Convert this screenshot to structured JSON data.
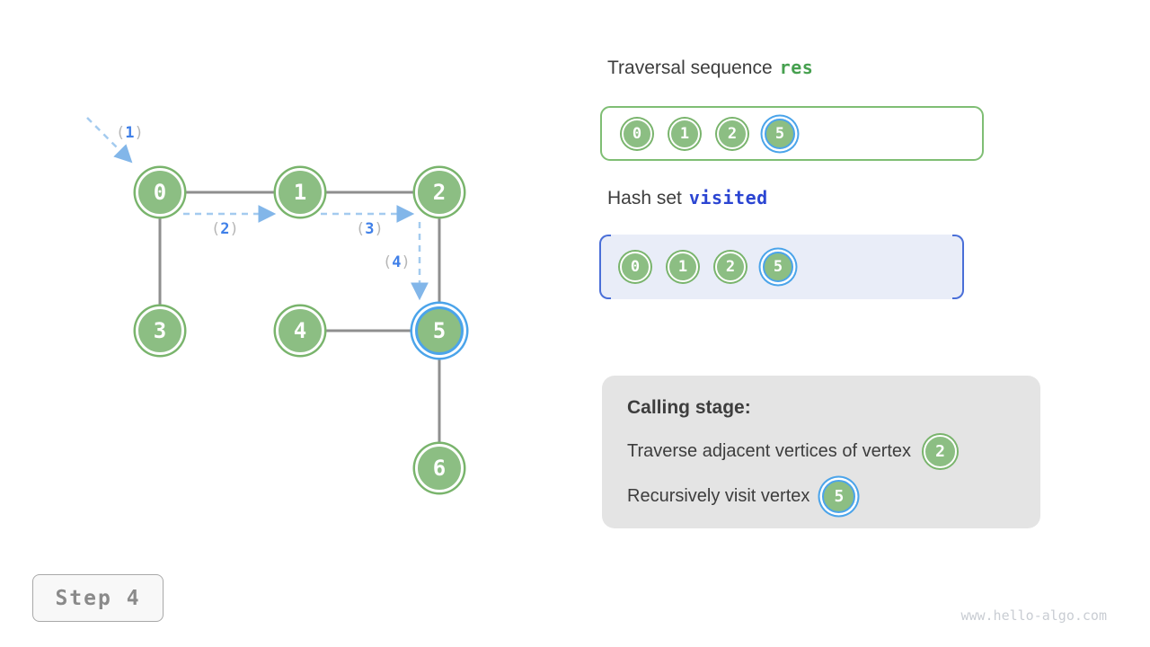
{
  "figure": {
    "description": "Graph depth-first search step illustration",
    "step_label": "Step 4",
    "watermark": "www.hello-algo.com"
  },
  "graph": {
    "paren_open": "(",
    "paren_close": ")",
    "nodes": [
      {
        "label": "0",
        "highlighted": false
      },
      {
        "label": "1",
        "highlighted": false
      },
      {
        "label": "2",
        "highlighted": false
      },
      {
        "label": "3",
        "highlighted": false
      },
      {
        "label": "4",
        "highlighted": false
      },
      {
        "label": "5",
        "highlighted": true
      },
      {
        "label": "6",
        "highlighted": false
      }
    ],
    "edges": [
      [
        "0",
        "1"
      ],
      [
        "1",
        "2"
      ],
      [
        "0",
        "3"
      ],
      [
        "2",
        "5"
      ],
      [
        "4",
        "5"
      ],
      [
        "5",
        "6"
      ]
    ],
    "arrows": [
      {
        "num": "1"
      },
      {
        "num": "2"
      },
      {
        "num": "3"
      },
      {
        "num": "4"
      }
    ]
  },
  "res_panel": {
    "title": "Traversal sequence",
    "code": "res",
    "items": [
      {
        "label": "0",
        "highlighted": false
      },
      {
        "label": "1",
        "highlighted": false
      },
      {
        "label": "2",
        "highlighted": false
      },
      {
        "label": "5",
        "highlighted": true
      }
    ]
  },
  "visited_panel": {
    "title": "Hash set",
    "code": "visited",
    "items": [
      {
        "label": "0",
        "highlighted": false
      },
      {
        "label": "1",
        "highlighted": false
      },
      {
        "label": "2",
        "highlighted": false
      },
      {
        "label": "5",
        "highlighted": true
      }
    ]
  },
  "calling_panel": {
    "title": "Calling stage:",
    "line1_text": "Traverse adjacent vertices of vertex",
    "line1_node": "2",
    "line2_text": "Recursively visit vertex",
    "line2_node": "5"
  },
  "colors": {
    "node_fill_green": "#8cbe83",
    "node_stroke_green": "#79b46c",
    "highlight_blue": "#4ba4ea",
    "edge_gray": "#8f8f8f",
    "arrow_dash_blue": "#a4cbef",
    "arrow_num_blue": "#4080e8",
    "res_border_green": "#7fbe74",
    "res_code_green": "#46a04f",
    "visited_code_blue": "#2b45d2",
    "hash_bg": "#e9edf8",
    "hash_bracket_blue": "#4a6fd8",
    "calling_bg": "#e4e4e4"
  }
}
